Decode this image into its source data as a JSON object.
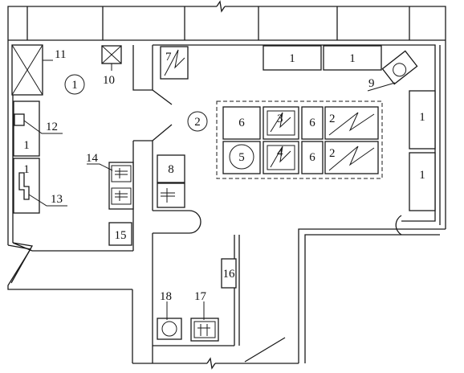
{
  "labels": {
    "zone_1": "1",
    "zone_2": "2",
    "n1": "1",
    "n2": "2",
    "n3": "3",
    "n4": "4",
    "n5": "5",
    "n6": "6",
    "n7": "7",
    "n8": "8",
    "n9": "9",
    "n10": "10",
    "n11": "11",
    "n12": "12",
    "n13": "13",
    "n14": "14",
    "n15": "15",
    "n16": "16",
    "n17": "17",
    "n18": "18"
  }
}
